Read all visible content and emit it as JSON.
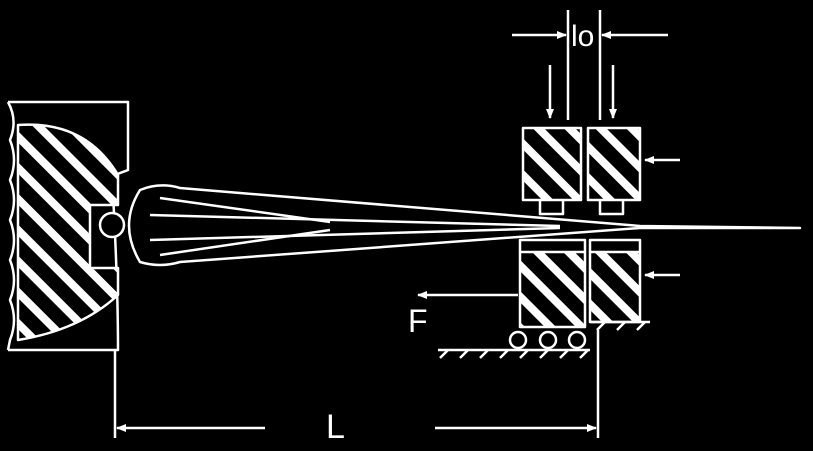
{
  "colors": {
    "background": "#000000",
    "ink": "#ffffff"
  },
  "labels": {
    "gauge_length": "lo",
    "force": "F",
    "span_length": "L"
  }
}
